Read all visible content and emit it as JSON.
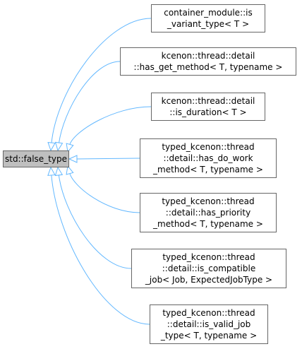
{
  "base": {
    "lines": [
      "std::false_type"
    ]
  },
  "derived": [
    {
      "lines": [
        "container_module::is",
        "_variant_type< T >"
      ]
    },
    {
      "lines": [
        "kcenon::thread::detail",
        "::has_get_method< T, typename >"
      ]
    },
    {
      "lines": [
        "kcenon::thread::detail",
        "::is_duration< T >"
      ]
    },
    {
      "lines": [
        "typed_kcenon::thread",
        "::detail::has_do_work",
        "_method< T, typename >"
      ]
    },
    {
      "lines": [
        "typed_kcenon::thread",
        "::detail::has_priority",
        "_method< T, typename >"
      ]
    },
    {
      "lines": [
        "typed_kcenon::thread",
        "::detail::is_compatible",
        "_job< Job, ExpectedJobType >"
      ]
    },
    {
      "lines": [
        "typed_kcenon::thread",
        "::detail::is_valid_job",
        "_type< T, typename >"
      ]
    }
  ],
  "colors": {
    "edge": "#63b8ff",
    "base_fill": "#bfbfbf",
    "node_border": "#666666"
  }
}
